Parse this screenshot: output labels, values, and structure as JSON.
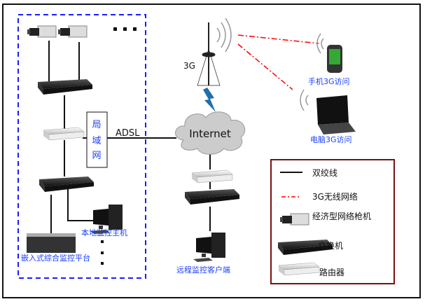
{
  "local_network": {
    "lan_label": [
      "局",
      "域",
      "网"
    ],
    "adsl_label": "ADSL",
    "nvr_label": "嵌入式综合监控平台",
    "local_host_label": "本地监控主机"
  },
  "internet": {
    "label": "Internet"
  },
  "wireless": {
    "tower_label": "3G",
    "phone_label": "手机3G访问",
    "laptop_label": "电脑3G访问"
  },
  "remote": {
    "client_label": "远程监控客户端"
  },
  "legend": {
    "items": [
      {
        "label": "双绞线",
        "icon": "solid-line"
      },
      {
        "label": "3G无线网络",
        "icon": "dash-dot-line"
      },
      {
        "label": "经济型网络枪机",
        "icon": "camera"
      },
      {
        "label": "交换机",
        "icon": "switch"
      },
      {
        "label": "路由器",
        "icon": "router"
      }
    ]
  },
  "colors": {
    "lan_border": "#1a1aff",
    "wireless_link": "#ff0000",
    "legend_border": "#7a1010",
    "label_text": "#1a3fff"
  }
}
